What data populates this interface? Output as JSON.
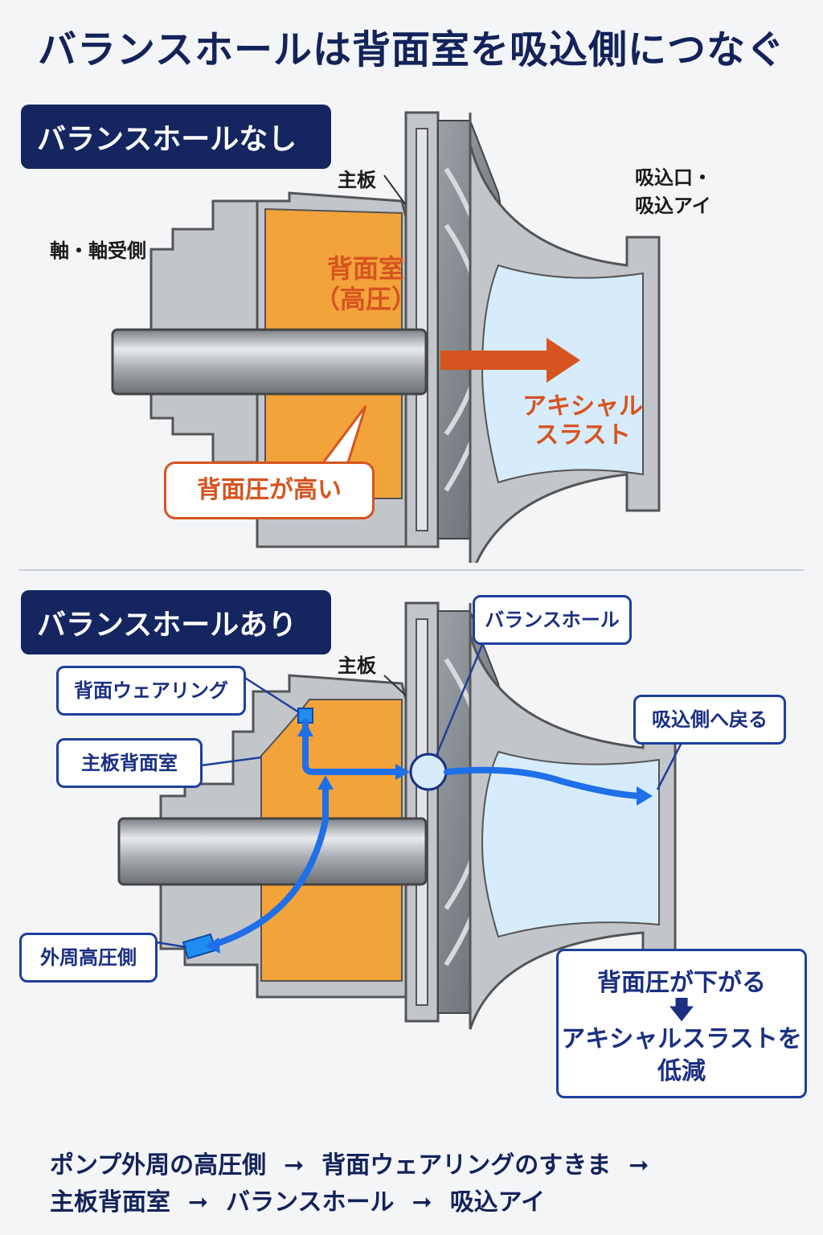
{
  "title": "バランスホールは背面室を吸込側につなぐ",
  "section_without": {
    "tag": "バランスホールなし",
    "label_main_plate": "主板",
    "label_shaft": "軸・軸受側",
    "label_suction": [
      "吸込口・",
      "吸込アイ"
    ],
    "label_back_chamber": [
      "背面室",
      "（高圧）"
    ],
    "label_axial_thrust": [
      "アキシャル",
      "スラスト"
    ],
    "callout_high_pressure": "背面圧が高い"
  },
  "section_with": {
    "tag": "バランスホールあり",
    "label_main_plate": "主板",
    "callout_balance_hole": "バランスホール",
    "callout_back_wearring": "背面ウェアリング",
    "callout_back_chamber": "主板背面室",
    "callout_outer_high": "外周高圧側",
    "callout_return_suction": "吸込側へ戻る",
    "result": {
      "line1": "背面圧が下がる",
      "arrow": "🡇",
      "line2": "アキシャルスラストを",
      "line3": "低減"
    }
  },
  "flow_path": {
    "line1": [
      "ポンプ外周の高圧側",
      "背面ウェアリングのすきま"
    ],
    "line1_trailing_arrow": "➞",
    "line2": [
      "主板背面室",
      "バランスホール",
      "吸込アイ"
    ],
    "arrow": "➞"
  },
  "colors": {
    "navy": "#142560",
    "orange_chamber": "#f2a33a",
    "orange_text": "#d6541f",
    "blue_flow": "#1f6fe8",
    "casing_gray": "#b9bdc2",
    "suction_blue": "#d6ebfb"
  }
}
